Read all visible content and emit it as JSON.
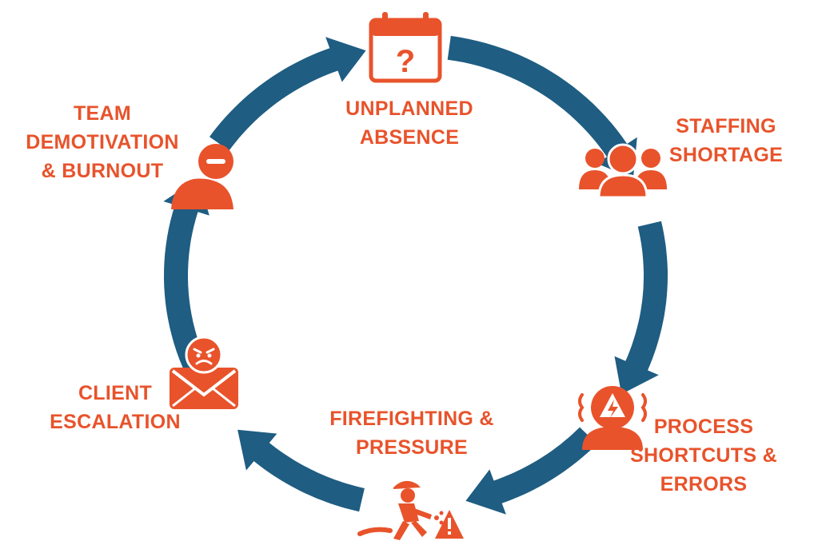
{
  "colors": {
    "arrow": "#1f5d82",
    "accent": "#e8532b"
  },
  "nodes": [
    {
      "id": "unplanned-absence",
      "icon": "calendar-question-icon",
      "lines": [
        "UNPLANNED",
        "ABSENCE"
      ]
    },
    {
      "id": "staffing-shortage",
      "icon": "people-group-icon",
      "lines": [
        "STAFFING",
        "SHORTAGE"
      ]
    },
    {
      "id": "process-shortcuts",
      "icon": "stressed-person-icon",
      "lines": [
        "PROCESS",
        "SHORTCUTS &",
        "ERRORS"
      ]
    },
    {
      "id": "firefighting",
      "icon": "firefighter-icon",
      "lines": [
        "FIREFIGHTING &",
        "PRESSURE"
      ]
    },
    {
      "id": "client-escalation",
      "icon": "angry-email-icon",
      "lines": [
        "CLIENT",
        "ESCALATION"
      ]
    },
    {
      "id": "team-demotivation",
      "icon": "demotivated-person-icon",
      "lines": [
        "TEAM",
        "DEMOTIVATION",
        "& BURNOUT"
      ]
    }
  ]
}
